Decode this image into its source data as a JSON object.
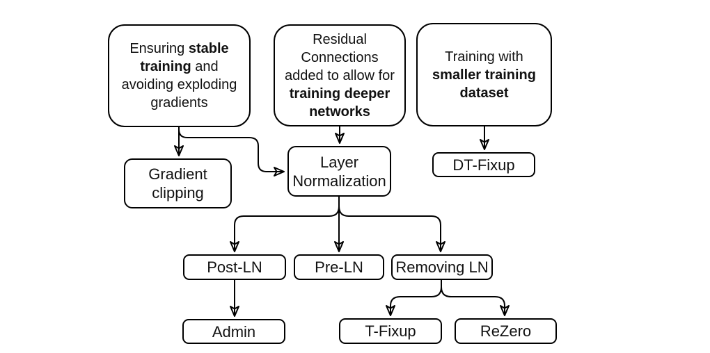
{
  "canvas": {
    "background": "#ffffff",
    "stroke_color": "#000000",
    "text_color": "#111111"
  },
  "nodes": {
    "stable": {
      "id": "ensuring-stable-training",
      "lines": [
        [
          "Ensuring ",
          "stable"
        ],
        [
          "training",
          " and"
        ],
        [
          "avoiding exploding"
        ],
        [
          "gradients"
        ]
      ]
    },
    "residual": {
      "id": "residual-connections",
      "lines": [
        [
          "Residual"
        ],
        [
          "Connections"
        ],
        [
          "added to allow for"
        ],
        [
          "training deeper"
        ],
        [
          "networks"
        ]
      ]
    },
    "smaller": {
      "id": "training-smaller-dataset",
      "lines": [
        [
          "Training with"
        ],
        [
          "smaller training"
        ],
        [
          "dataset"
        ]
      ]
    },
    "gradient_clipping": {
      "lines": [
        [
          "Gradient"
        ],
        [
          "clipping"
        ]
      ]
    },
    "layer_norm": {
      "lines": [
        [
          "Layer"
        ],
        [
          "Normalization"
        ]
      ]
    },
    "dt_fixup": {
      "label": "DT-Fixup"
    },
    "post_ln": {
      "label": "Post-LN"
    },
    "pre_ln": {
      "label": "Pre-LN"
    },
    "removing_ln": {
      "label": "Removing LN"
    },
    "admin": {
      "label": "Admin"
    },
    "t_fixup": {
      "label": "T-Fixup"
    },
    "rezero": {
      "label": "ReZero"
    }
  },
  "edges": [
    {
      "from": "ensuring-stable-training",
      "to": "gradient-clipping"
    },
    {
      "from": "ensuring-stable-training",
      "to": "layer-normalization"
    },
    {
      "from": "residual-connections",
      "to": "layer-normalization"
    },
    {
      "from": "training-smaller-dataset",
      "to": "dt-fixup"
    },
    {
      "from": "layer-normalization",
      "to": "post-ln"
    },
    {
      "from": "layer-normalization",
      "to": "pre-ln"
    },
    {
      "from": "layer-normalization",
      "to": "removing-ln"
    },
    {
      "from": "post-ln",
      "to": "admin"
    },
    {
      "from": "removing-ln",
      "to": "t-fixup"
    },
    {
      "from": "removing-ln",
      "to": "rezero"
    }
  ]
}
